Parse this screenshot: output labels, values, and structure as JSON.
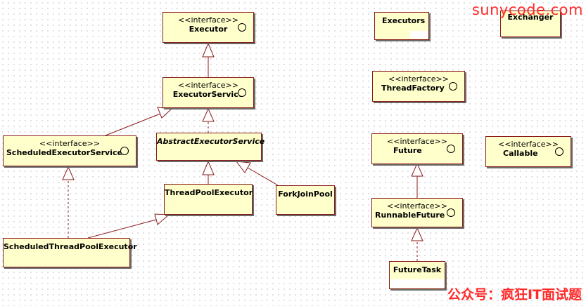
{
  "watermark_top": "sunycode.com",
  "watermark_bottom": "公众号：疯狂IT面试题",
  "nodes": {
    "executor": {
      "stereotype": "<<interface>>",
      "name": "Executor"
    },
    "executor_service": {
      "stereotype": "<<interface>>",
      "name": "ExecutorService"
    },
    "scheduled_executor_service": {
      "stereotype": "<<interface>>",
      "name": "ScheduledExecutorService"
    },
    "abstract_executor_service": {
      "name": "AbstractExecutorService"
    },
    "thread_pool_executor": {
      "name": "ThreadPoolExecutor"
    },
    "fork_join_pool": {
      "name": "ForkJoinPool"
    },
    "scheduled_thread_pool_executor": {
      "name": "ScheduledThreadPoolExecutor"
    },
    "executors": {
      "name": "Executors"
    },
    "exchanger": {
      "name": "Exchanger"
    },
    "thread_factory": {
      "stereotype": "<<interface>>",
      "name": "ThreadFactory"
    },
    "future": {
      "stereotype": "<<interface>>",
      "name": "Future"
    },
    "callable": {
      "stereotype": "<<interface>>",
      "name": "Callable"
    },
    "runnable_future": {
      "stereotype": "<<interface>>",
      "name": "RunnableFuture"
    },
    "future_task": {
      "name": "FutureTask"
    }
  },
  "colors": {
    "node_fill": "#ffffcc",
    "node_border": "#8b1a1a",
    "edge": "#8b1a1a",
    "watermark": "#ff2a2a"
  }
}
